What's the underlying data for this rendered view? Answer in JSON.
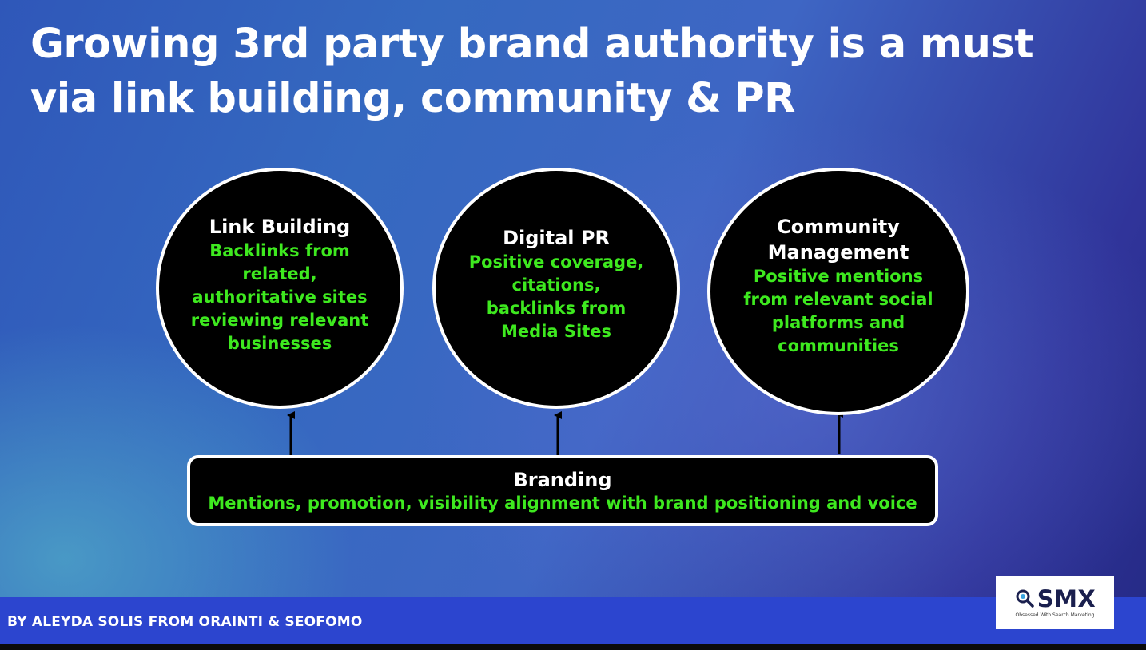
{
  "slide": {
    "title": "Growing 3rd party brand authority is a must via link building, community & PR"
  },
  "circles": [
    {
      "heading": "Link Building",
      "description": "Backlinks from related, authoritative sites reviewing relevant businesses"
    },
    {
      "heading": "Digital PR",
      "description": "Positive coverage, citations, backlinks from Media Sites"
    },
    {
      "heading": "Community Management",
      "description": "Positive mentions from relevant social platforms and communities"
    }
  ],
  "branding": {
    "title": "Branding",
    "description": "Mentions, promotion, visibility alignment with brand positioning and voice"
  },
  "footer": {
    "credit": "BY ALEYDA SOLIS FROM ORAINTI & SEOFOMO"
  },
  "logo": {
    "name": "SMX",
    "tagline": "Obsessed With Search Marketing",
    "icon": "magnifier-icon"
  },
  "colors": {
    "accent_green": "#3ee91f",
    "footer_blue": "#2c45cf",
    "box_fill": "#000000",
    "outline": "#ffffff"
  }
}
